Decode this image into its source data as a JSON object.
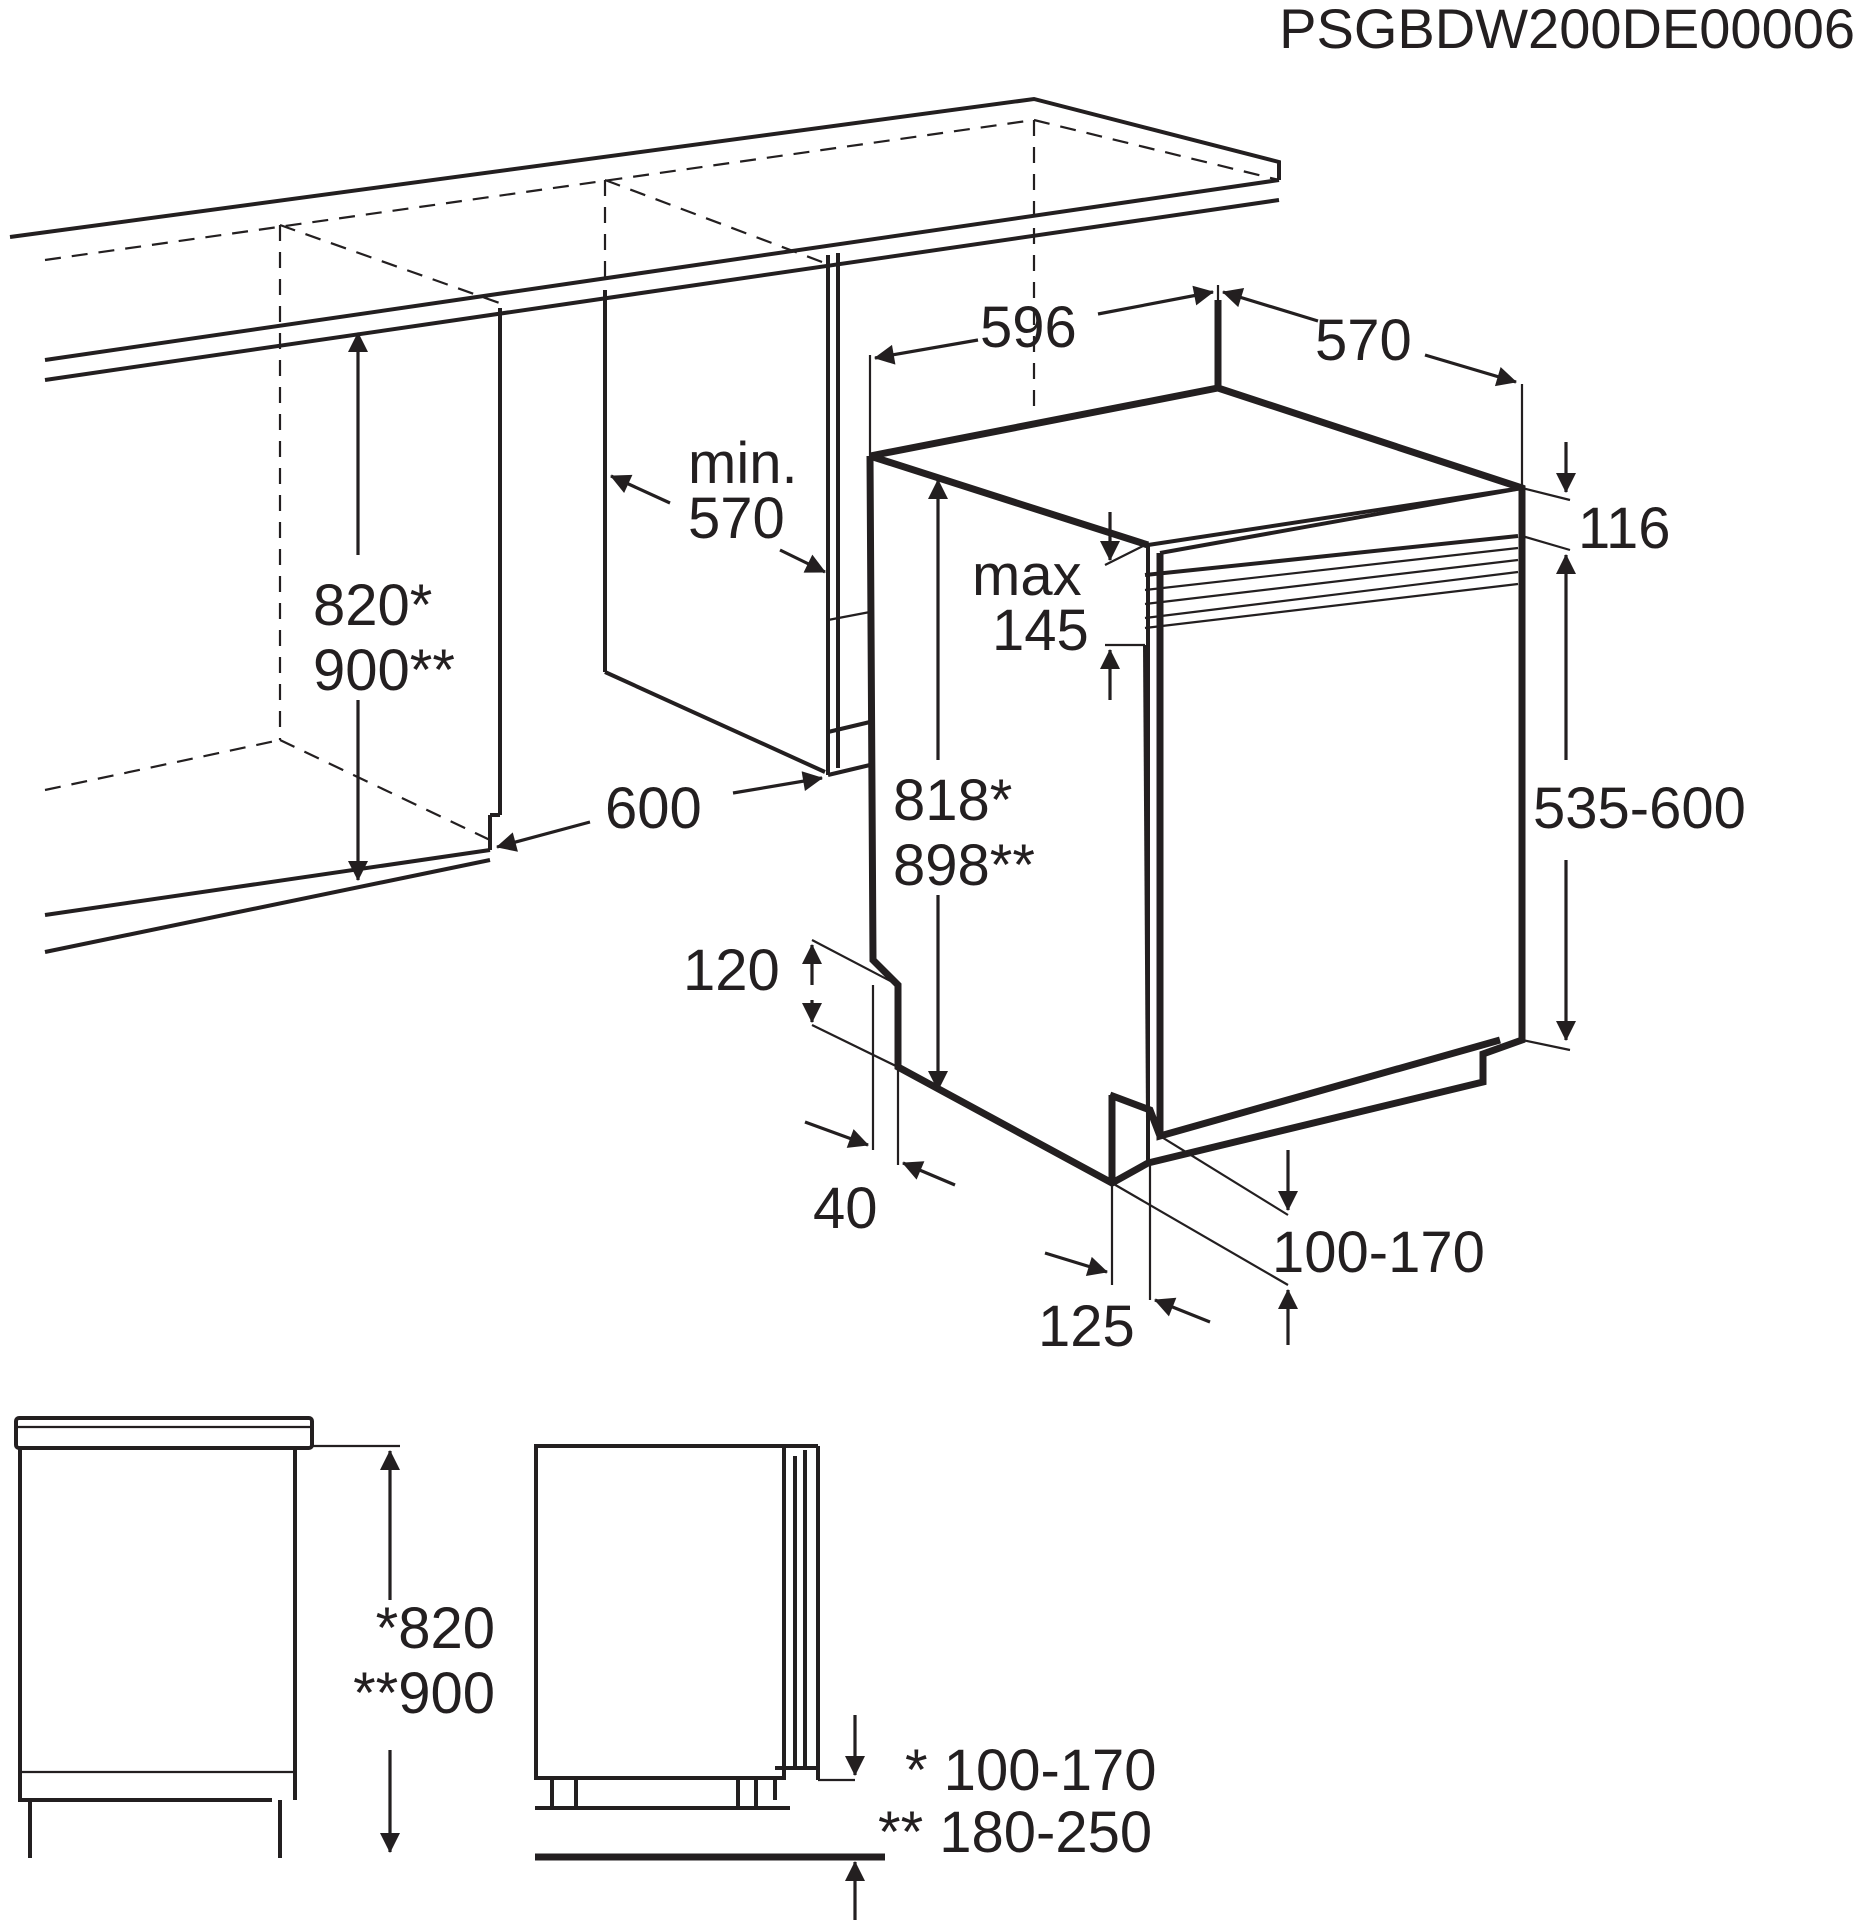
{
  "document_code": "PSGBDW200DE00006",
  "dimensions": {
    "width_596": "596",
    "depth_570": "570",
    "niche_depth_min": "min.",
    "niche_depth_570": "570",
    "niche_height_820": "820*",
    "niche_height_900": "900**",
    "niche_width_600": "600",
    "height_818": "818*",
    "height_898": "898**",
    "max_label": "max",
    "max_145": "145",
    "panel_offset_116": "116",
    "door_panel_535_600": "535-600",
    "plinth_120": "120",
    "offset_40": "40",
    "plinth_100_170": "100-170",
    "offset_125": "125"
  },
  "side_views": {
    "height_820": "*820",
    "height_900": "**900",
    "plinth_100_170": "* 100-170",
    "plinth_180_250": "** 180-250"
  },
  "colors": {
    "line": "#231f20",
    "background": "#ffffff"
  }
}
